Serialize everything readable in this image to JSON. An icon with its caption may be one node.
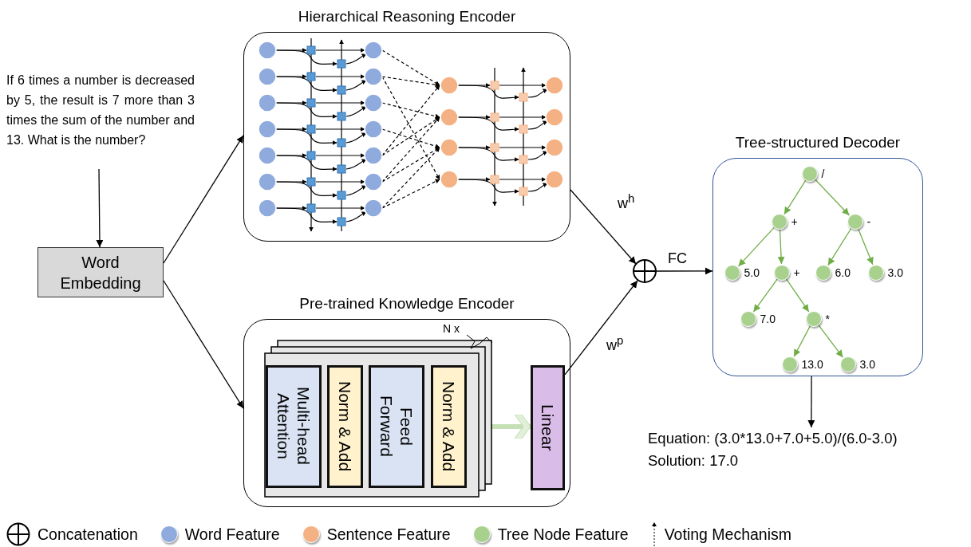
{
  "diagram": {
    "nodes": [
      {
        "text": [
          "If 6 times a number is decreased by 5, the result is 7 more than 3 times the sum of the number and 13. What is the number?"
        ]
      },
      {
        "text": [
          "Word Embedding"
        ]
      },
      {
        "text": [
          "Hierarchical Reasoning Encoder"
        ]
      },
      {
        "text": [
          "Pre-trained Knowledge Encoder"
        ]
      },
      {
        "text": [
          "Multi-head Attention"
        ],
        "in": 3
      },
      {
        "text": [
          "Norm & Add"
        ],
        "in": 3
      },
      {
        "text": [
          "Feed Forward"
        ],
        "in": 3
      },
      {
        "text": [
          "Norm & Add"
        ],
        "in": 3
      },
      {
        "text": [
          "Linear"
        ],
        "in": 3
      },
      {
        "text": [],
        "shape": "circle"
      },
      {
        "text": [
          "Tree-structured Decoder"
        ]
      },
      {
        "text": [],
        "shape": "circle",
        "in": 10,
        "beside": [
          "/"
        ]
      },
      {
        "text": [],
        "shape": "circle",
        "in": 10,
        "beside": [
          "+"
        ]
      },
      {
        "text": [],
        "shape": "circle",
        "in": 10,
        "beside": [
          "-"
        ]
      },
      {
        "text": [],
        "shape": "circle",
        "in": 10,
        "beside": [
          "5.0"
        ]
      },
      {
        "text": [],
        "shape": "circle",
        "in": 10,
        "beside": [
          "+"
        ]
      },
      {
        "text": [],
        "shape": "circle",
        "in": 10,
        "beside": [
          "6.0"
        ]
      },
      {
        "text": [],
        "shape": "circle",
        "in": 10,
        "beside": [
          "3.0"
        ]
      },
      {
        "text": [],
        "shape": "circle",
        "in": 10,
        "beside": [
          "7.0"
        ]
      },
      {
        "text": [],
        "shape": "circle",
        "in": 10,
        "beside": [
          "*"
        ]
      },
      {
        "text": [],
        "shape": "circle",
        "in": 10,
        "beside": [
          "13.0"
        ]
      },
      {
        "text": [],
        "shape": "circle",
        "in": 10,
        "beside": [
          "3.0"
        ]
      },
      {
        "text": [
          "Equation: (3.0*13.0+7.0+5.0)/(6.0-3.0)",
          "Solution: 17.0"
        ]
      }
    ],
    "edges": [
      {
        "from": 0,
        "to": 1,
        "arrow": "to",
        "color": "#000000"
      },
      {
        "from": 1,
        "to": 2,
        "arrow": "to",
        "color": "#000000"
      },
      {
        "from": 1,
        "to": 3,
        "arrow": "to",
        "color": "#000000"
      },
      {
        "from": 2,
        "to": 9,
        "arrow": "to",
        "label": "w$^{h}$",
        "color": "#000000"
      },
      {
        "from": 8,
        "to": 9,
        "arrow": "to",
        "label": "w$^{p}$",
        "color": "#000000"
      },
      {
        "from": 9,
        "to": 10,
        "arrow": "to",
        "label": "FC",
        "color": "#000000"
      },
      {
        "from": 10,
        "to": 22,
        "arrow": "to",
        "color": "#000000"
      },
      {
        "from": 7,
        "to": 8,
        "arrow": "to",
        "style": "thick",
        "color": "#c5e0b4"
      },
      {
        "from": 11,
        "to": 12,
        "arrow": "to"
      },
      {
        "from": 11,
        "to": 13,
        "arrow": "to"
      },
      {
        "from": 12,
        "to": 14,
        "arrow": "to"
      },
      {
        "from": 12,
        "to": 15,
        "arrow": "to"
      },
      {
        "from": 13,
        "to": 16,
        "arrow": "to"
      },
      {
        "from": 13,
        "to": 17,
        "arrow": "to"
      },
      {
        "from": 15,
        "to": 18,
        "arrow": "to"
      },
      {
        "from": 15,
        "to": 19,
        "arrow": "to"
      },
      {
        "from": 19,
        "to": 20,
        "arrow": "to"
      },
      {
        "from": 19,
        "to": 21,
        "arrow": "to"
      }
    ],
    "labels": [
      "N x"
    ],
    "legend": [
      {
        "text": "Concatenation"
      },
      {
        "text": "Word Feature",
        "color": "#8faadc"
      },
      {
        "text": "Sentence Feature",
        "color": "#f4b183"
      },
      {
        "text": "Tree Node Feature",
        "color": "#a9d18e"
      },
      {
        "text": "Voting Mechanism"
      }
    ]
  }
}
